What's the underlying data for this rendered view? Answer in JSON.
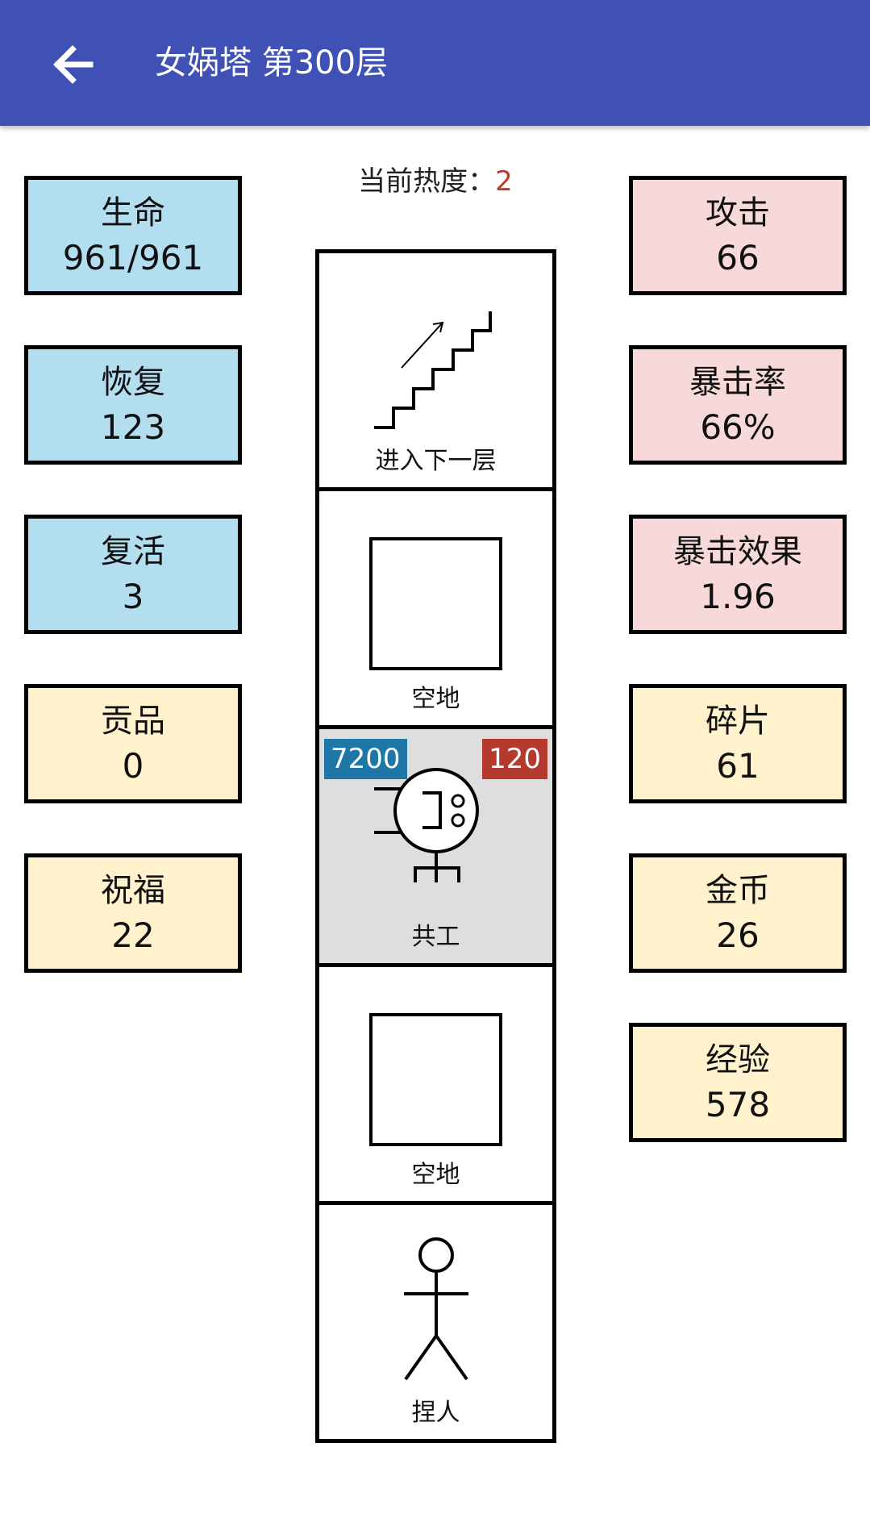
{
  "app": {
    "title": "女娲塔 第300层",
    "header_color": "#3f51b5"
  },
  "left_stats": [
    {
      "label": "生命",
      "value": "961/961",
      "color": "#b3def0"
    },
    {
      "label": "恢复",
      "value": "123",
      "color": "#b3def0"
    },
    {
      "label": "复活",
      "value": "3",
      "color": "#b3def0"
    },
    {
      "label": "贡品",
      "value": "0",
      "color": "#fff2cc"
    },
    {
      "label": "祝福",
      "value": "22",
      "color": "#fff2cc"
    }
  ],
  "right_stats": [
    {
      "label": "攻击",
      "value": "66",
      "color": "#f7d9d9"
    },
    {
      "label": "暴击率",
      "value": "66%",
      "color": "#f7d9d9"
    },
    {
      "label": "暴击效果",
      "value": "1.96",
      "color": "#f7d9d9"
    },
    {
      "label": "碎片",
      "value": "61",
      "color": "#fff2cc"
    },
    {
      "label": "金币",
      "value": "26",
      "color": "#fff2cc"
    },
    {
      "label": "经验",
      "value": "578",
      "color": "#fff2cc"
    }
  ],
  "heat": {
    "label": "当前热度：",
    "value": "2",
    "value_color": "#c0392b"
  },
  "tower_cells": [
    {
      "label": "进入下一层",
      "icon": "stairs-icon"
    },
    {
      "label": "空地",
      "icon": "empty-square-icon"
    },
    {
      "label": "共工",
      "icon": "enemy-icon",
      "hp": "7200",
      "attack": "120"
    },
    {
      "label": "空地",
      "icon": "empty-square-icon"
    },
    {
      "label": "捏人",
      "icon": "stick-figure-icon"
    }
  ]
}
